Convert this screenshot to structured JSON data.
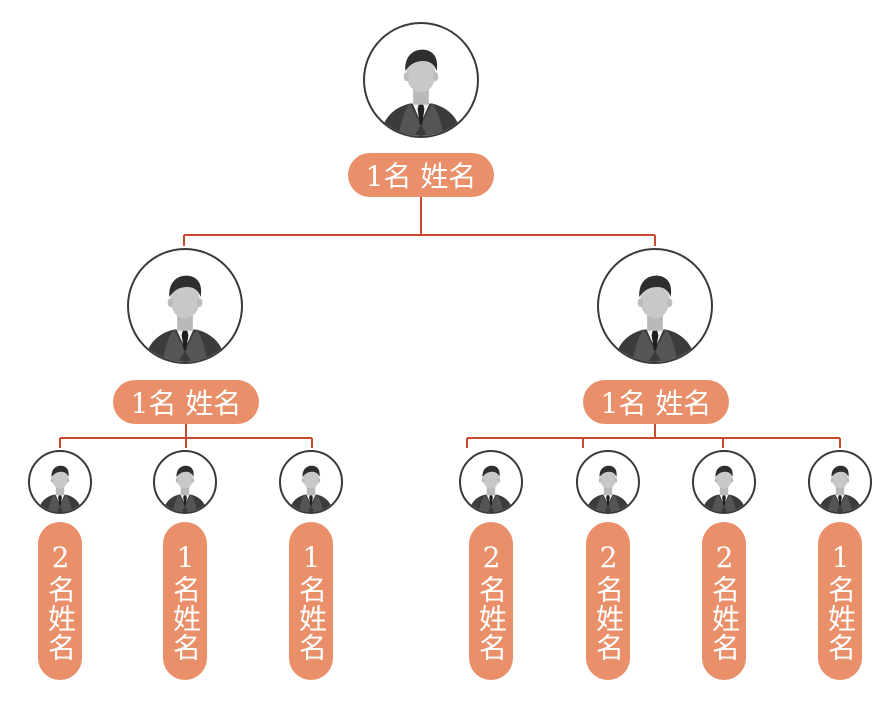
{
  "colors": {
    "accent": "#e9906b",
    "line": "#c94a2f",
    "avatar_border": "#3a3a3a"
  },
  "icon": "person-avatar-icon",
  "nodes": {
    "root": {
      "label": "1名 姓名"
    },
    "left": {
      "label": "1名 姓名"
    },
    "right": {
      "label": "1名 姓名"
    },
    "l1": {
      "label": "2名 姓名"
    },
    "l2": {
      "label": "1名 姓名"
    },
    "l3": {
      "label": "1名 姓名"
    },
    "r1": {
      "label": "2名 姓名"
    },
    "r2": {
      "label": "2名 姓名"
    },
    "r3": {
      "label": "2名 姓名"
    },
    "r4": {
      "label": "1名 姓名"
    }
  }
}
